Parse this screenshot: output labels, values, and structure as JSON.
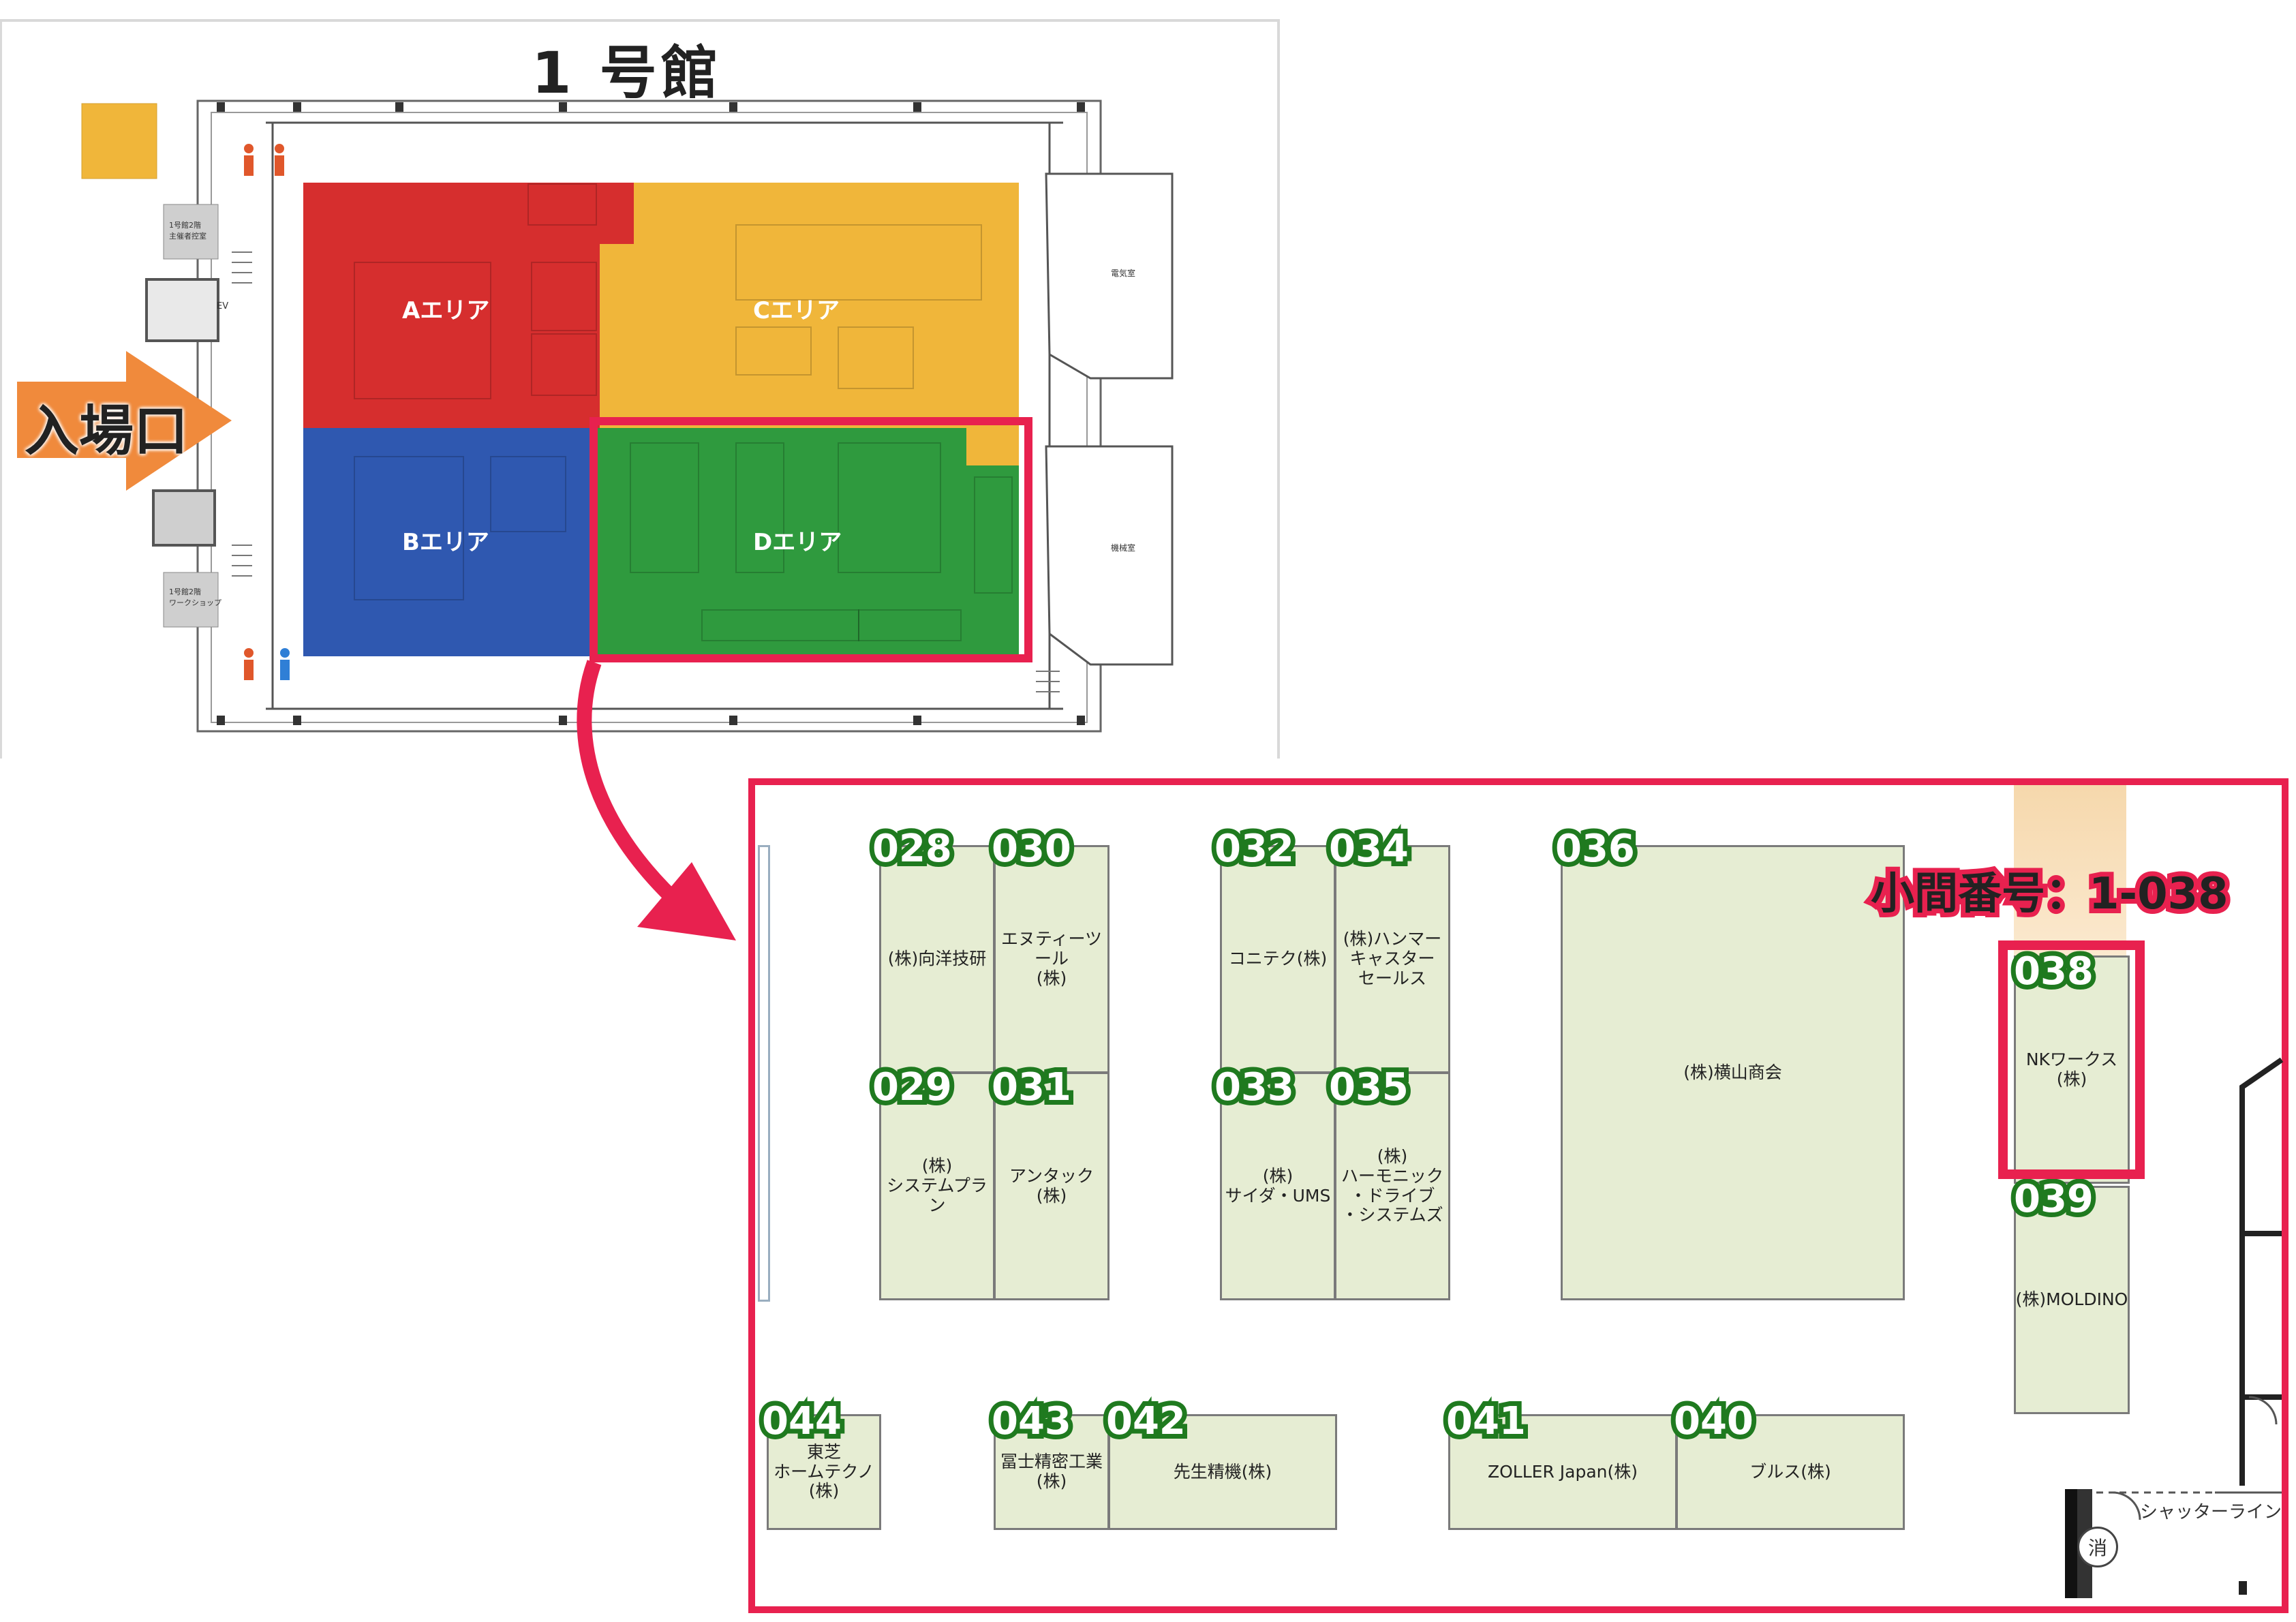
{
  "hall_title": "1 号館",
  "entrance": "入場口",
  "areas": [
    {
      "label": "Aエリア",
      "color": "#d62e2e"
    },
    {
      "label": "Bエリア",
      "color": "#2f58b0"
    },
    {
      "label": "Cエリア",
      "color": "#f0b63a"
    },
    {
      "label": "Dエリア",
      "color": "#2f9a3e"
    }
  ],
  "rooms": {
    "room_2f_1": "1号館2階\n主催者控室",
    "room_2f_2": "1号館2階\nワークショップ",
    "elec_room": "電気室",
    "mach_room": "機械室",
    "ev": "EV"
  },
  "booths": [
    {
      "no": "028",
      "name": "(株)向洋技研"
    },
    {
      "no": "030",
      "name": "エヌティーツール\n(株)"
    },
    {
      "no": "029",
      "name": "(株)\nシステムプラン"
    },
    {
      "no": "031",
      "name": "アンタック(株)"
    },
    {
      "no": "032",
      "name": "コニテク(株)"
    },
    {
      "no": "034",
      "name": "(株)ハンマー\nキャスター\nセールス"
    },
    {
      "no": "033",
      "name": "(株)\nサイダ・UMS"
    },
    {
      "no": "035",
      "name": "(株)\nハーモニック\n・ドライブ\n・システムズ"
    },
    {
      "no": "036",
      "name": "(株)横山商会"
    },
    {
      "no": "038",
      "name": "NKワークス\n(株)"
    },
    {
      "no": "039",
      "name": "(株)MOLDINO"
    },
    {
      "no": "044",
      "name": "東芝\nホームテクノ\n(株)"
    },
    {
      "no": "043",
      "name": "冨士精密工業\n(株)"
    },
    {
      "no": "042",
      "name": "先生精機(株)"
    },
    {
      "no": "041",
      "name": "ZOLLER Japan(株)"
    },
    {
      "no": "040",
      "name": "ブルス(株)"
    }
  ],
  "booth_number_label": "小間番号：1-038",
  "shutter_line": "シャッターライン",
  "extinguisher": "消",
  "colors": {
    "highlight": "#e8214f",
    "booth_fill": "#e6edd3",
    "number_green": "#1f7a1f",
    "arrow_orange": "#f08a3c"
  }
}
